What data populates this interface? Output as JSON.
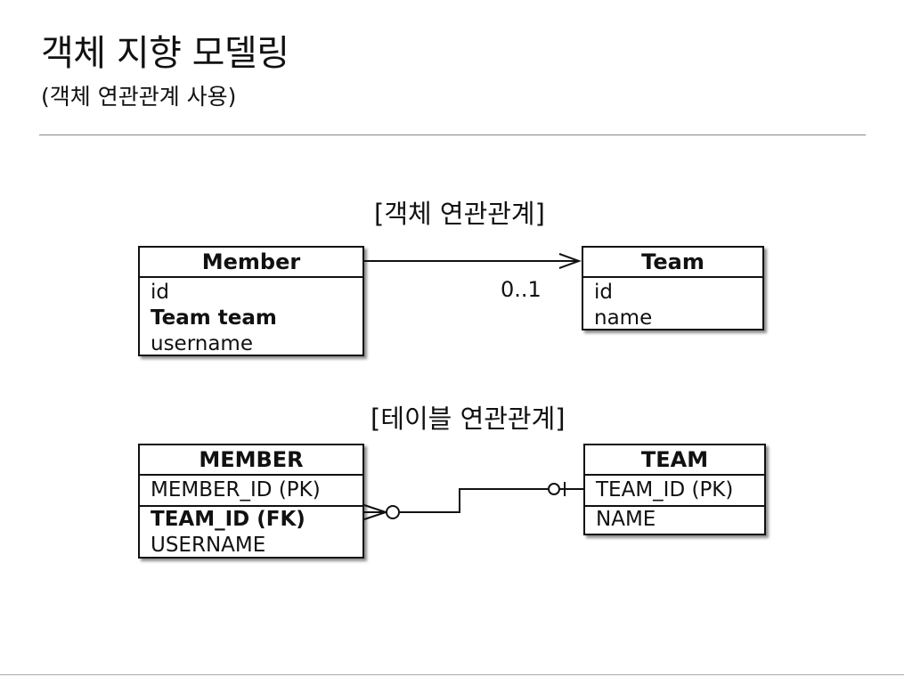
{
  "header": {
    "title": "객체 지향 모델링",
    "subtitle": "(객체 연관관계 사용)"
  },
  "object_section": {
    "label": "[객체 연관관계]",
    "member": {
      "name": "Member",
      "fields": [
        "id",
        "Team team",
        "username"
      ]
    },
    "team": {
      "name": "Team",
      "fields": [
        "id",
        "name"
      ]
    },
    "multiplicity": "0..1"
  },
  "table_section": {
    "label": "[테이블 연관관계]",
    "member_table": {
      "name": "MEMBER",
      "pk": "MEMBER_ID (PK)",
      "fk": "TEAM_ID (FK)",
      "other": "USERNAME"
    },
    "team_table": {
      "name": "TEAM",
      "pk": "TEAM_ID (PK)",
      "other": "NAME"
    }
  },
  "colors": {
    "line": "#111111",
    "rule": "#888888",
    "background": "#ffffff"
  }
}
